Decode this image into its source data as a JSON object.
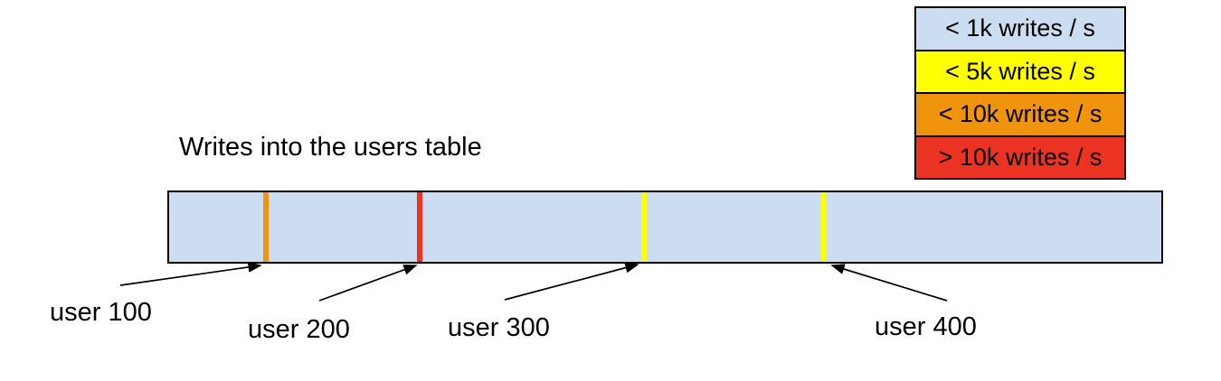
{
  "title": "Writes into the users table",
  "legend": {
    "items": [
      {
        "label": "< 1k writes / s",
        "color": "#cdddf1"
      },
      {
        "label": "< 5k writes / s",
        "color": "#ffff00"
      },
      {
        "label": "< 10k writes / s",
        "color": "#f0930d"
      },
      {
        "label": "> 10k writes / s",
        "color": "#ea3323"
      }
    ]
  },
  "table_bar": {
    "fill_color": "#cdddf1",
    "border_color": "#000000",
    "markers": [
      {
        "label": "user 100",
        "color": "#f0930d",
        "rate_band": "< 10k writes / s",
        "position_frac": 0.0972
      },
      {
        "label": "user 200",
        "color": "#ea3323",
        "rate_band": "> 10k writes / s",
        "position_frac": 0.2525
      },
      {
        "label": "user 300",
        "color": "#ffff00",
        "rate_band": "< 5k writes / s",
        "position_frac": 0.4787
      },
      {
        "label": "user 400",
        "color": "#ffff00",
        "rate_band": "< 5k writes / s",
        "position_frac": 0.6603
      }
    ]
  }
}
